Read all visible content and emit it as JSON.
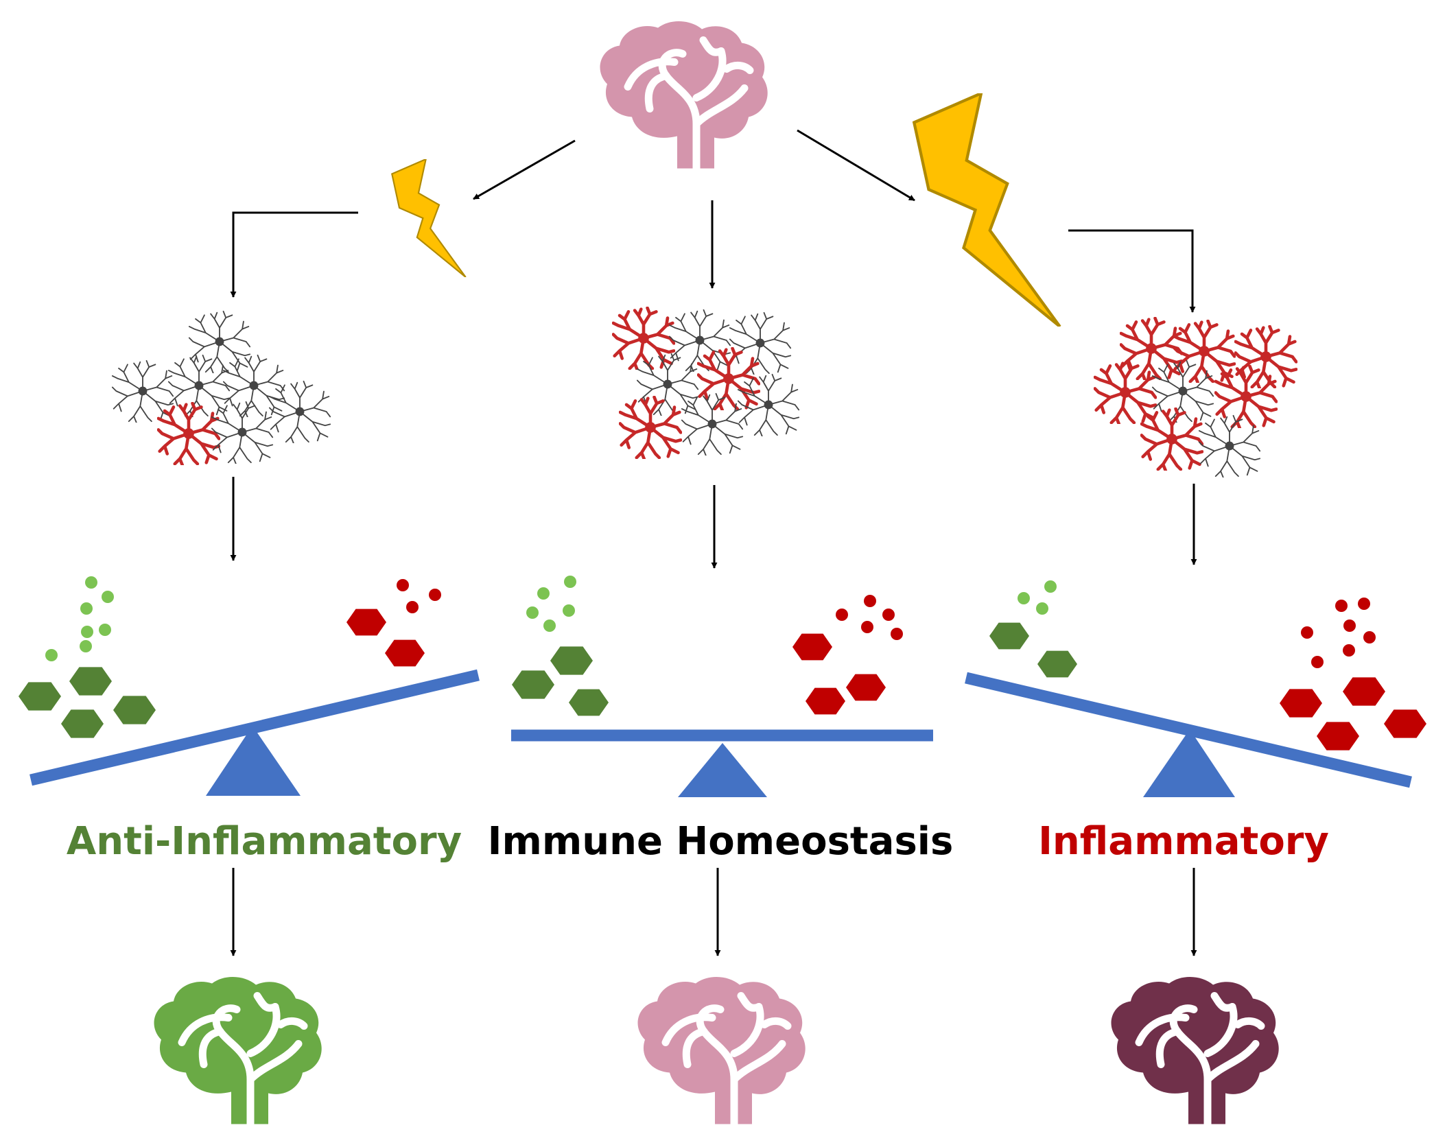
{
  "colors": {
    "brain_baseline": "#D495AC",
    "brain_anti": "#6AAA45",
    "brain_inflammatory": "#70304A",
    "bolt_fill": "#FFC000",
    "bolt_stroke": "#B08A00",
    "lever": "#4472C4",
    "anti_light": "#7CC352",
    "anti_dark": "#548235",
    "pro": "#C00000",
    "microglia_active": "#C62828",
    "microglia_resting": "#444444",
    "arrow": "#000000"
  },
  "icons": {
    "brain": "brain-icon",
    "lightning": "lightning-bolt-icon",
    "microglia": "microglia-cell-icon",
    "cytokine": "cytokine-hexagon-icon",
    "seesaw": "seesaw-balance-icon"
  },
  "columns": [
    {
      "key": "anti",
      "label": "Anti-Inflammatory",
      "label_color": "#548235",
      "insult": "mild",
      "microglia": {
        "active": 1,
        "resting": 6
      },
      "balance": "tilted-toward-anti-inflammatory",
      "outcome_brain": "brain_anti"
    },
    {
      "key": "homeo",
      "label": "Immune Homeostasis",
      "label_color": "#000000",
      "insult": "none",
      "microglia": {
        "active": 3,
        "resting": 5
      },
      "balance": "level",
      "outcome_brain": "brain_baseline"
    },
    {
      "key": "infl",
      "label": "Inflammatory",
      "label_color": "#C00000",
      "insult": "severe",
      "microglia": {
        "active": 6,
        "resting": 2
      },
      "balance": "tilted-toward-inflammatory",
      "outcome_brain": "brain_inflammatory"
    }
  ]
}
